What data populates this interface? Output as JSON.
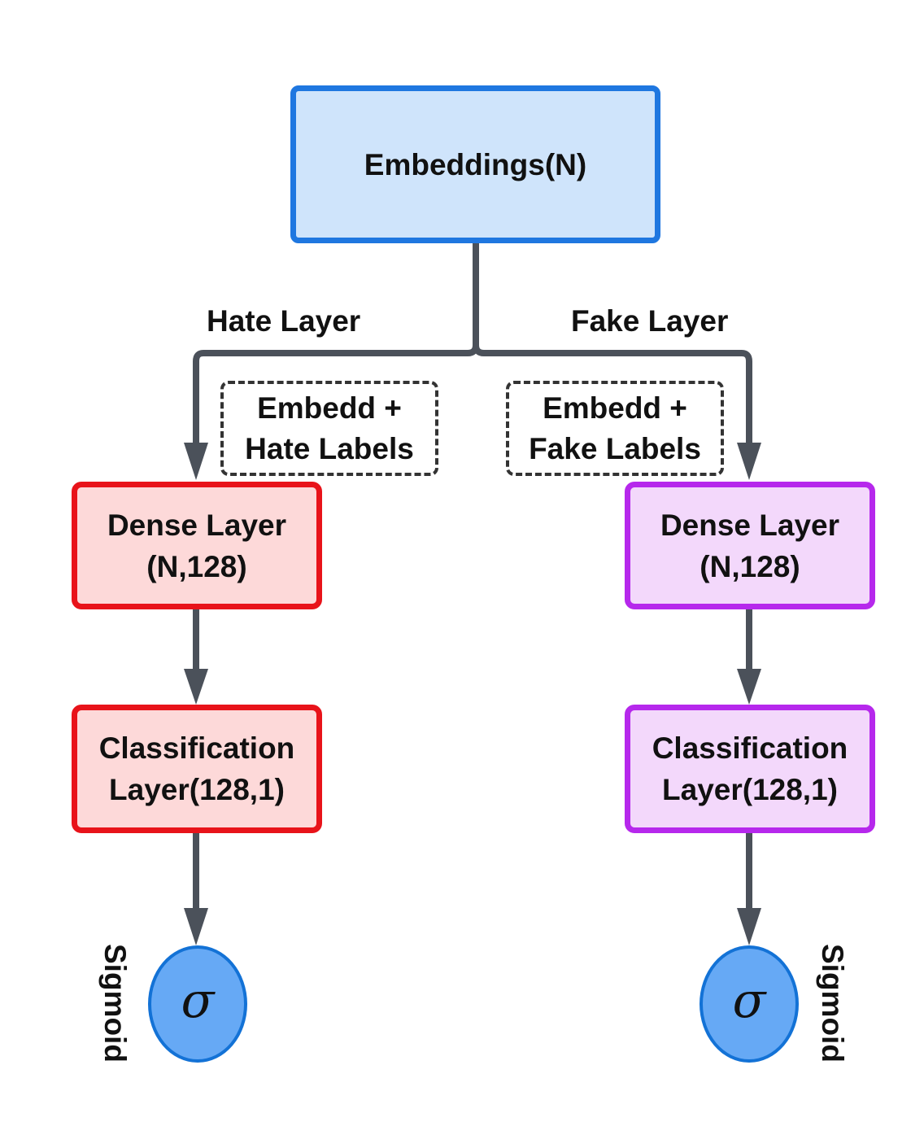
{
  "diagram": {
    "root": {
      "label": "Embeddings(N)"
    },
    "branches": [
      {
        "branch_label": "Hate Layer",
        "note": [
          "Embedd +",
          "Hate Labels"
        ],
        "dense": [
          "Dense Layer",
          "(N,128)"
        ],
        "classification": [
          "Classification",
          "Layer(128,1)"
        ],
        "activation_symbol": "σ",
        "activation_label": "Sigmoid",
        "color": "#e8131a",
        "fill": "#fdd9d9"
      },
      {
        "branch_label": "Fake Layer",
        "note": [
          "Embedd +",
          "Fake Labels"
        ],
        "dense": [
          "Dense Layer",
          "(N,128)"
        ],
        "classification": [
          "Classification",
          "Layer(128,1)"
        ],
        "activation_symbol": "σ",
        "activation_label": "Sigmoid",
        "color": "#b628ec",
        "fill": "#f3d8fb"
      }
    ],
    "root_color": "#1f77e0",
    "root_fill": "#cfe4fb",
    "connector_color": "#4b515a",
    "activation_fill": "#66a9f5"
  }
}
